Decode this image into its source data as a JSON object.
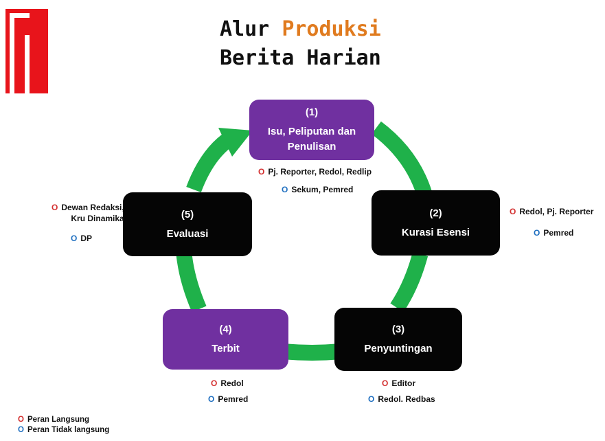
{
  "title": {
    "part1": "Alur",
    "part2": "Produksi",
    "line2": "Berita Harian"
  },
  "colors": {
    "purple": "#7030a0",
    "black": "#050505",
    "arrow": "#1fb14a",
    "direct": "#d32f2f",
    "indirect": "#1f6fc0",
    "accent": "#e07b1f",
    "logo": "#e8141b"
  },
  "marker": "O",
  "steps": [
    {
      "num": "(1)",
      "label": "Isu, Peliputan dan Penulisan",
      "roles_direct": "Pj. Reporter, Redol, Redlip",
      "roles_indirect": "Sekum, Pemred"
    },
    {
      "num": "(2)",
      "label": "Kurasi Esensi",
      "roles_direct": "Redol, Pj. Reporter",
      "roles_indirect": "Pemred"
    },
    {
      "num": "(3)",
      "label": "Penyuntingan",
      "roles_direct": "Editor",
      "roles_indirect": "Redol. Redbas"
    },
    {
      "num": "(4)",
      "label": "Terbit",
      "roles_direct": "Redol",
      "roles_indirect": "Pemred"
    },
    {
      "num": "(5)",
      "label": "Evaluasi",
      "roles_direct_1": "Dewan Redaksi,",
      "roles_direct_2": "Kru Dinamika",
      "roles_indirect": "DP"
    }
  ],
  "legend": {
    "direct": "Peran Langsung",
    "indirect": "Peran Tidak langsung"
  }
}
